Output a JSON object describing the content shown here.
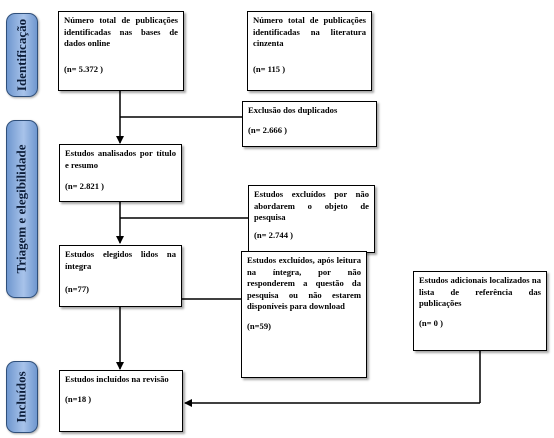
{
  "phases": {
    "identificacao": "Identificação",
    "triagem": "Triagem e elegibilidade",
    "incluidos": "Incluídos"
  },
  "boxes": {
    "bases_dados": {
      "text": "Número total de publicações identificadas nas bases de dados online",
      "count": "(n= 5.372 )"
    },
    "literatura_cinzenta": {
      "text": "Número total de publicações identificadas na literatura cinzenta",
      "count": "(n= 115 )"
    },
    "duplicados": {
      "text": "Exclusão dos duplicados",
      "count": "(n= 2.666 )"
    },
    "analisados": {
      "text": "Estudos analisados por título e resumo",
      "count": "(n= 2.821 )"
    },
    "excluidos_objeto": {
      "text": "Estudos excluídos por não abordarem o objeto de pesquisa",
      "count": "(n= 2.744 )"
    },
    "elegidos": {
      "text": "Estudos elegidos lidos na íntegra",
      "count": "(n=77)"
    },
    "excluidos_integra": {
      "text": "Estudos excluídos, após leitura na íntegra, por não responderem a questão da pesquisa ou não estarem disponíveis para download",
      "count": "(n=59)"
    },
    "adicionais": {
      "text": "Estudos adicionais localizados na lista de referência das publicações",
      "count": "(n= 0 )"
    },
    "incluidos": {
      "text": "Estudos incluídos na revisão",
      "count": "(n=18 )"
    }
  }
}
